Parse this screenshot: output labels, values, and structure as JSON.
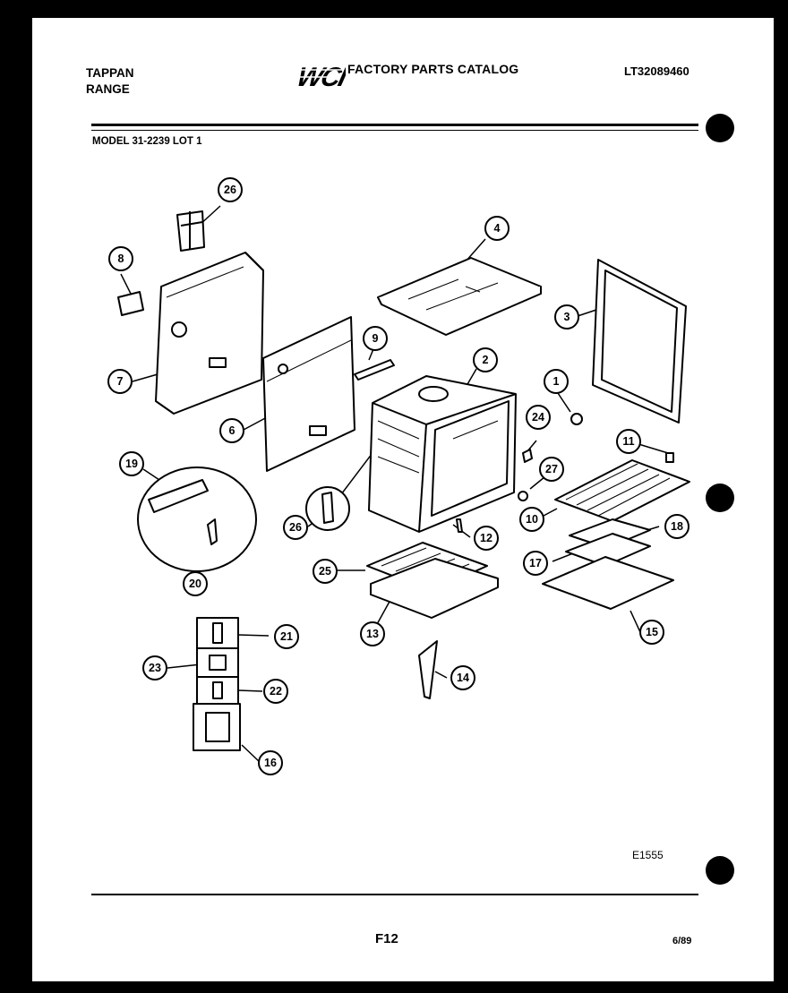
{
  "header": {
    "brand_line1": "TAPPAN",
    "brand_line2": "RANGE",
    "logo_text": "WCI",
    "catalog_title": "FACTORY PARTS CATALOG",
    "catalog_number": "LT32089460"
  },
  "model": "MODEL 31-2239 LOT 1",
  "diagram_code": "E1555",
  "footer": {
    "page_code": "F12",
    "date": "6/89"
  },
  "callouts": [
    {
      "id": "c1",
      "label": "1"
    },
    {
      "id": "c2",
      "label": "2"
    },
    {
      "id": "c3",
      "label": "3"
    },
    {
      "id": "c4",
      "label": "4"
    },
    {
      "id": "c6",
      "label": "6"
    },
    {
      "id": "c7",
      "label": "7"
    },
    {
      "id": "c8",
      "label": "8"
    },
    {
      "id": "c9",
      "label": "9"
    },
    {
      "id": "c10",
      "label": "10"
    },
    {
      "id": "c11",
      "label": "11"
    },
    {
      "id": "c12",
      "label": "12"
    },
    {
      "id": "c13",
      "label": "13"
    },
    {
      "id": "c14",
      "label": "14"
    },
    {
      "id": "c15",
      "label": "15"
    },
    {
      "id": "c16",
      "label": "16"
    },
    {
      "id": "c17",
      "label": "17"
    },
    {
      "id": "c18",
      "label": "18"
    },
    {
      "id": "c19",
      "label": "19"
    },
    {
      "id": "c20",
      "label": "20"
    },
    {
      "id": "c21",
      "label": "21"
    },
    {
      "id": "c22",
      "label": "22"
    },
    {
      "id": "c23",
      "label": "23"
    },
    {
      "id": "c24",
      "label": "24"
    },
    {
      "id": "c25",
      "label": "25"
    },
    {
      "id": "c26a",
      "label": "26"
    },
    {
      "id": "c26b",
      "label": "26"
    },
    {
      "id": "c27",
      "label": "27"
    }
  ]
}
